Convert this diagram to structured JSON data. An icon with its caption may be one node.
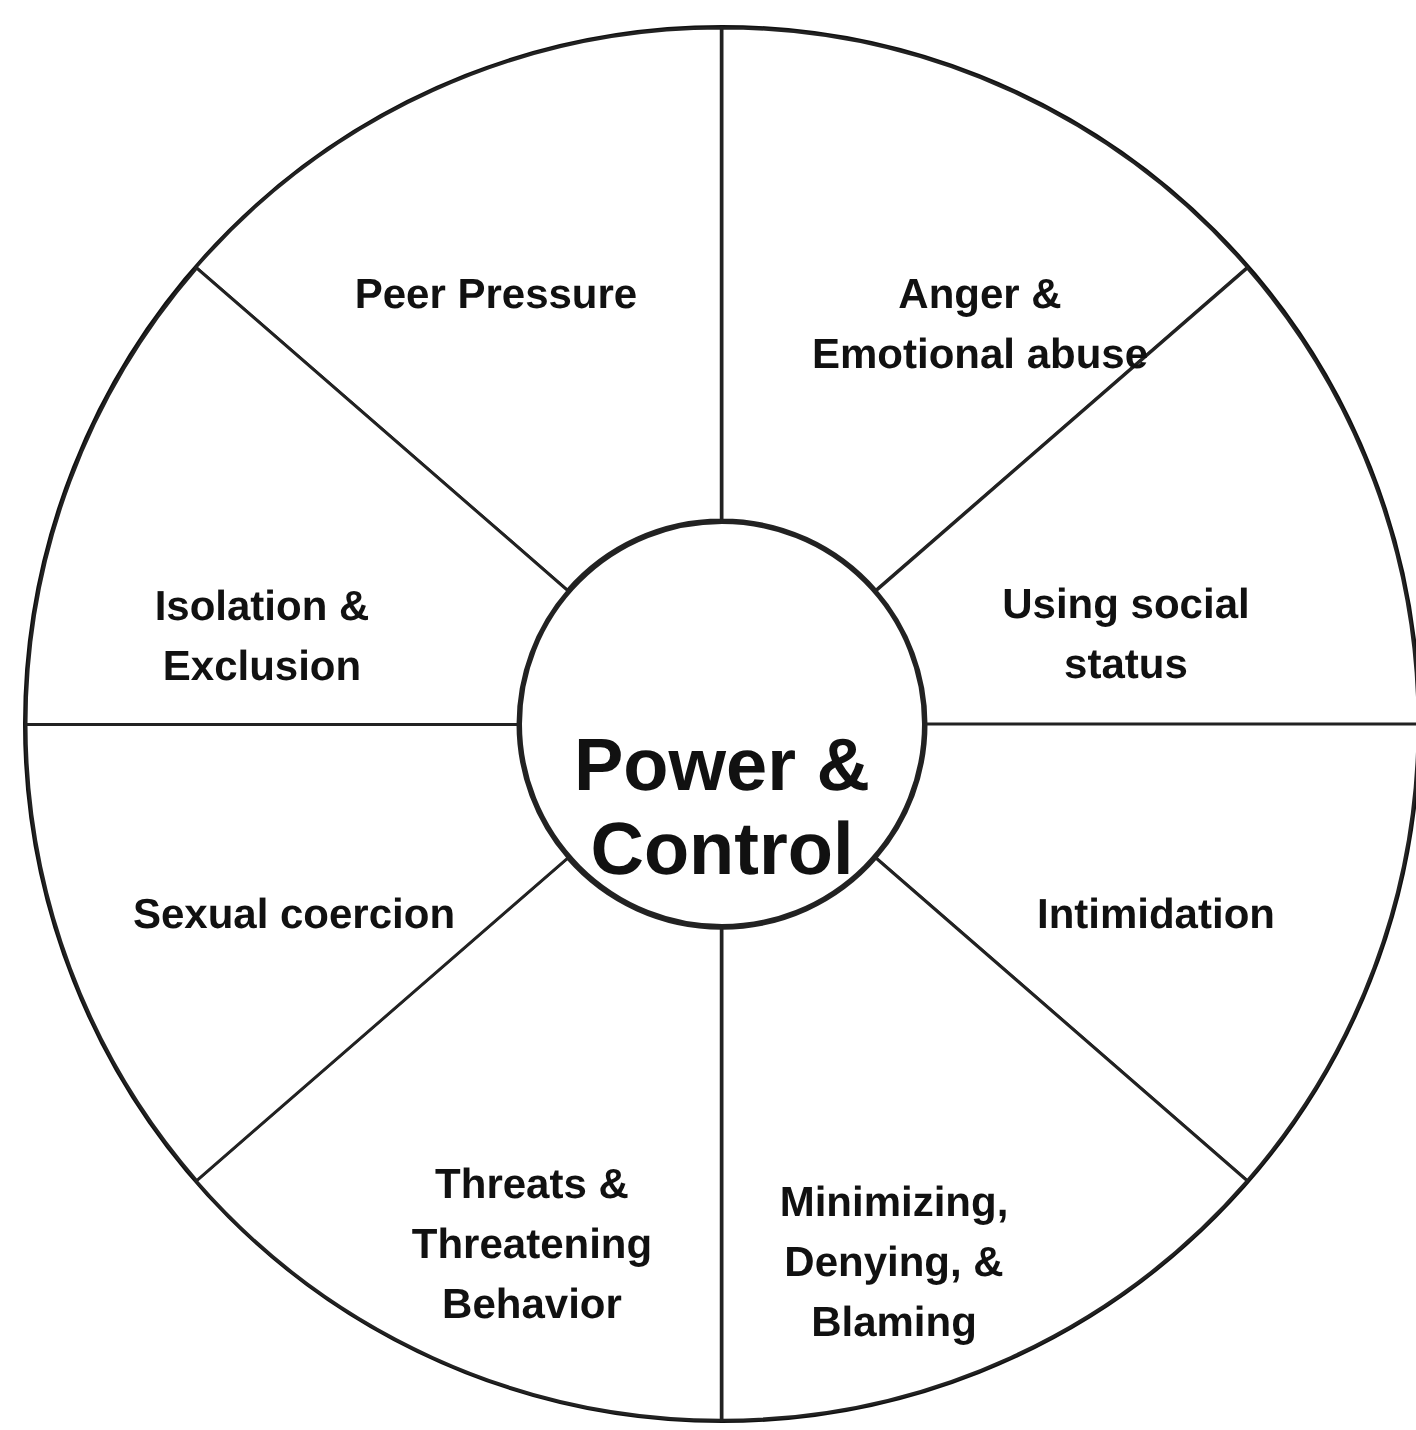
{
  "diagram": {
    "nodes": [
      {
        "text": [
          "Power & Control"
        ]
      },
      {
        "text": [
          "Peer Pressure"
        ]
      },
      {
        "text": [
          "Anger & Emotional abuse"
        ]
      },
      {
        "text": [
          "Using social status"
        ]
      },
      {
        "text": [
          "Intimidation"
        ]
      },
      {
        "text": [
          "Minimizing, Denying, & Blaming"
        ]
      },
      {
        "text": [
          "Threats & Threatening Behavior"
        ]
      },
      {
        "text": [
          "Sexual coercion"
        ]
      },
      {
        "text": [
          "Isolation & Exclusion"
        ]
      }
    ]
  }
}
